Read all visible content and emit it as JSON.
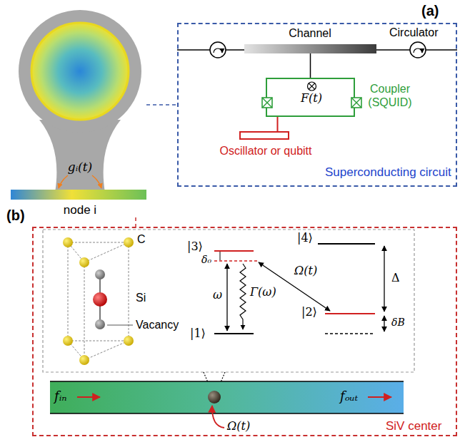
{
  "diagram": {
    "nodes": [
      {
        "text": [
          "gᵢ(t)",
          "node i"
        ]
      },
      {
        "text": [
          "(a)",
          "Superconducting circuit"
        ]
      },
      {
        "text": [
          "Channel"
        ],
        "in": 1
      },
      {
        "text": [
          "Coupler (SQUID)",
          "F(t)"
        ],
        "in": 1
      },
      {
        "text": [
          "Oscillator or qubitt"
        ],
        "in": 1
      },
      {
        "text": [
          "(b)",
          "SiV center"
        ]
      }
    ],
    "edges": [
      {
        "from": 0,
        "to": 1,
        "arrow": "none"
      },
      {
        "from": 0,
        "to": 5,
        "arrow": "none"
      },
      {
        "from": 2,
        "to": 3,
        "arrow": "none"
      },
      {
        "from": 3,
        "to": 4,
        "arrow": "none"
      }
    ],
    "labels": [
      "Circulator",
      "C",
      "Si",
      "Vacancy",
      "|3⟩",
      "δ₀",
      "|4⟩",
      "ω",
      "Γ(ω)",
      "Ω(t)",
      "Δ",
      "|2⟩",
      "|1⟩",
      "δB",
      "fᵢₙ",
      "fₒᵤₜ",
      "Ω(t)"
    ]
  }
}
